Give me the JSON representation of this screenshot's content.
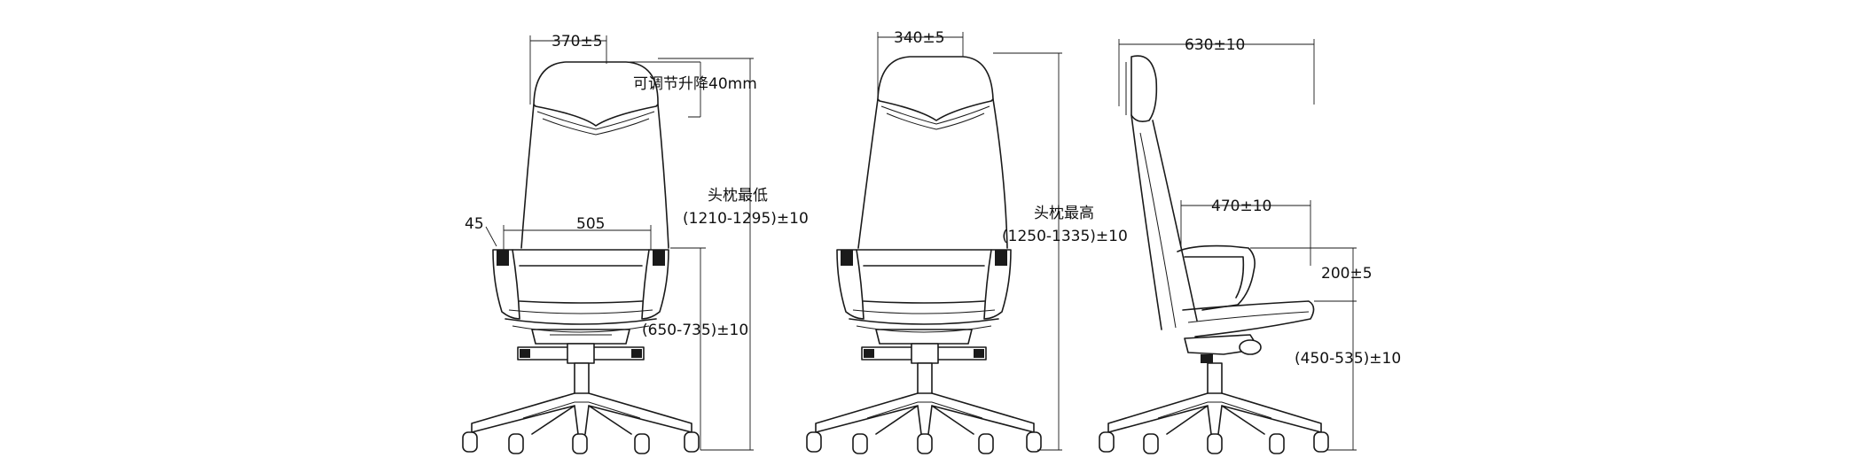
{
  "front_low": {
    "headrest_width": "370±5",
    "headrest_adjust": "可调节升降40mm",
    "height_label": "头枕最低",
    "height_value": "(1210-1295)±10",
    "arm_offset": "45",
    "seat_inner_width": "505",
    "arm_height": "(650-735)±10"
  },
  "front_high": {
    "headrest_width": "340±5",
    "height_label": "头枕最高",
    "height_value": "(1250-1335)±10"
  },
  "side": {
    "depth": "630±10",
    "seat_depth": "470±10",
    "arm_to_seat": "200±5",
    "seat_height": "(450-535)±10"
  }
}
